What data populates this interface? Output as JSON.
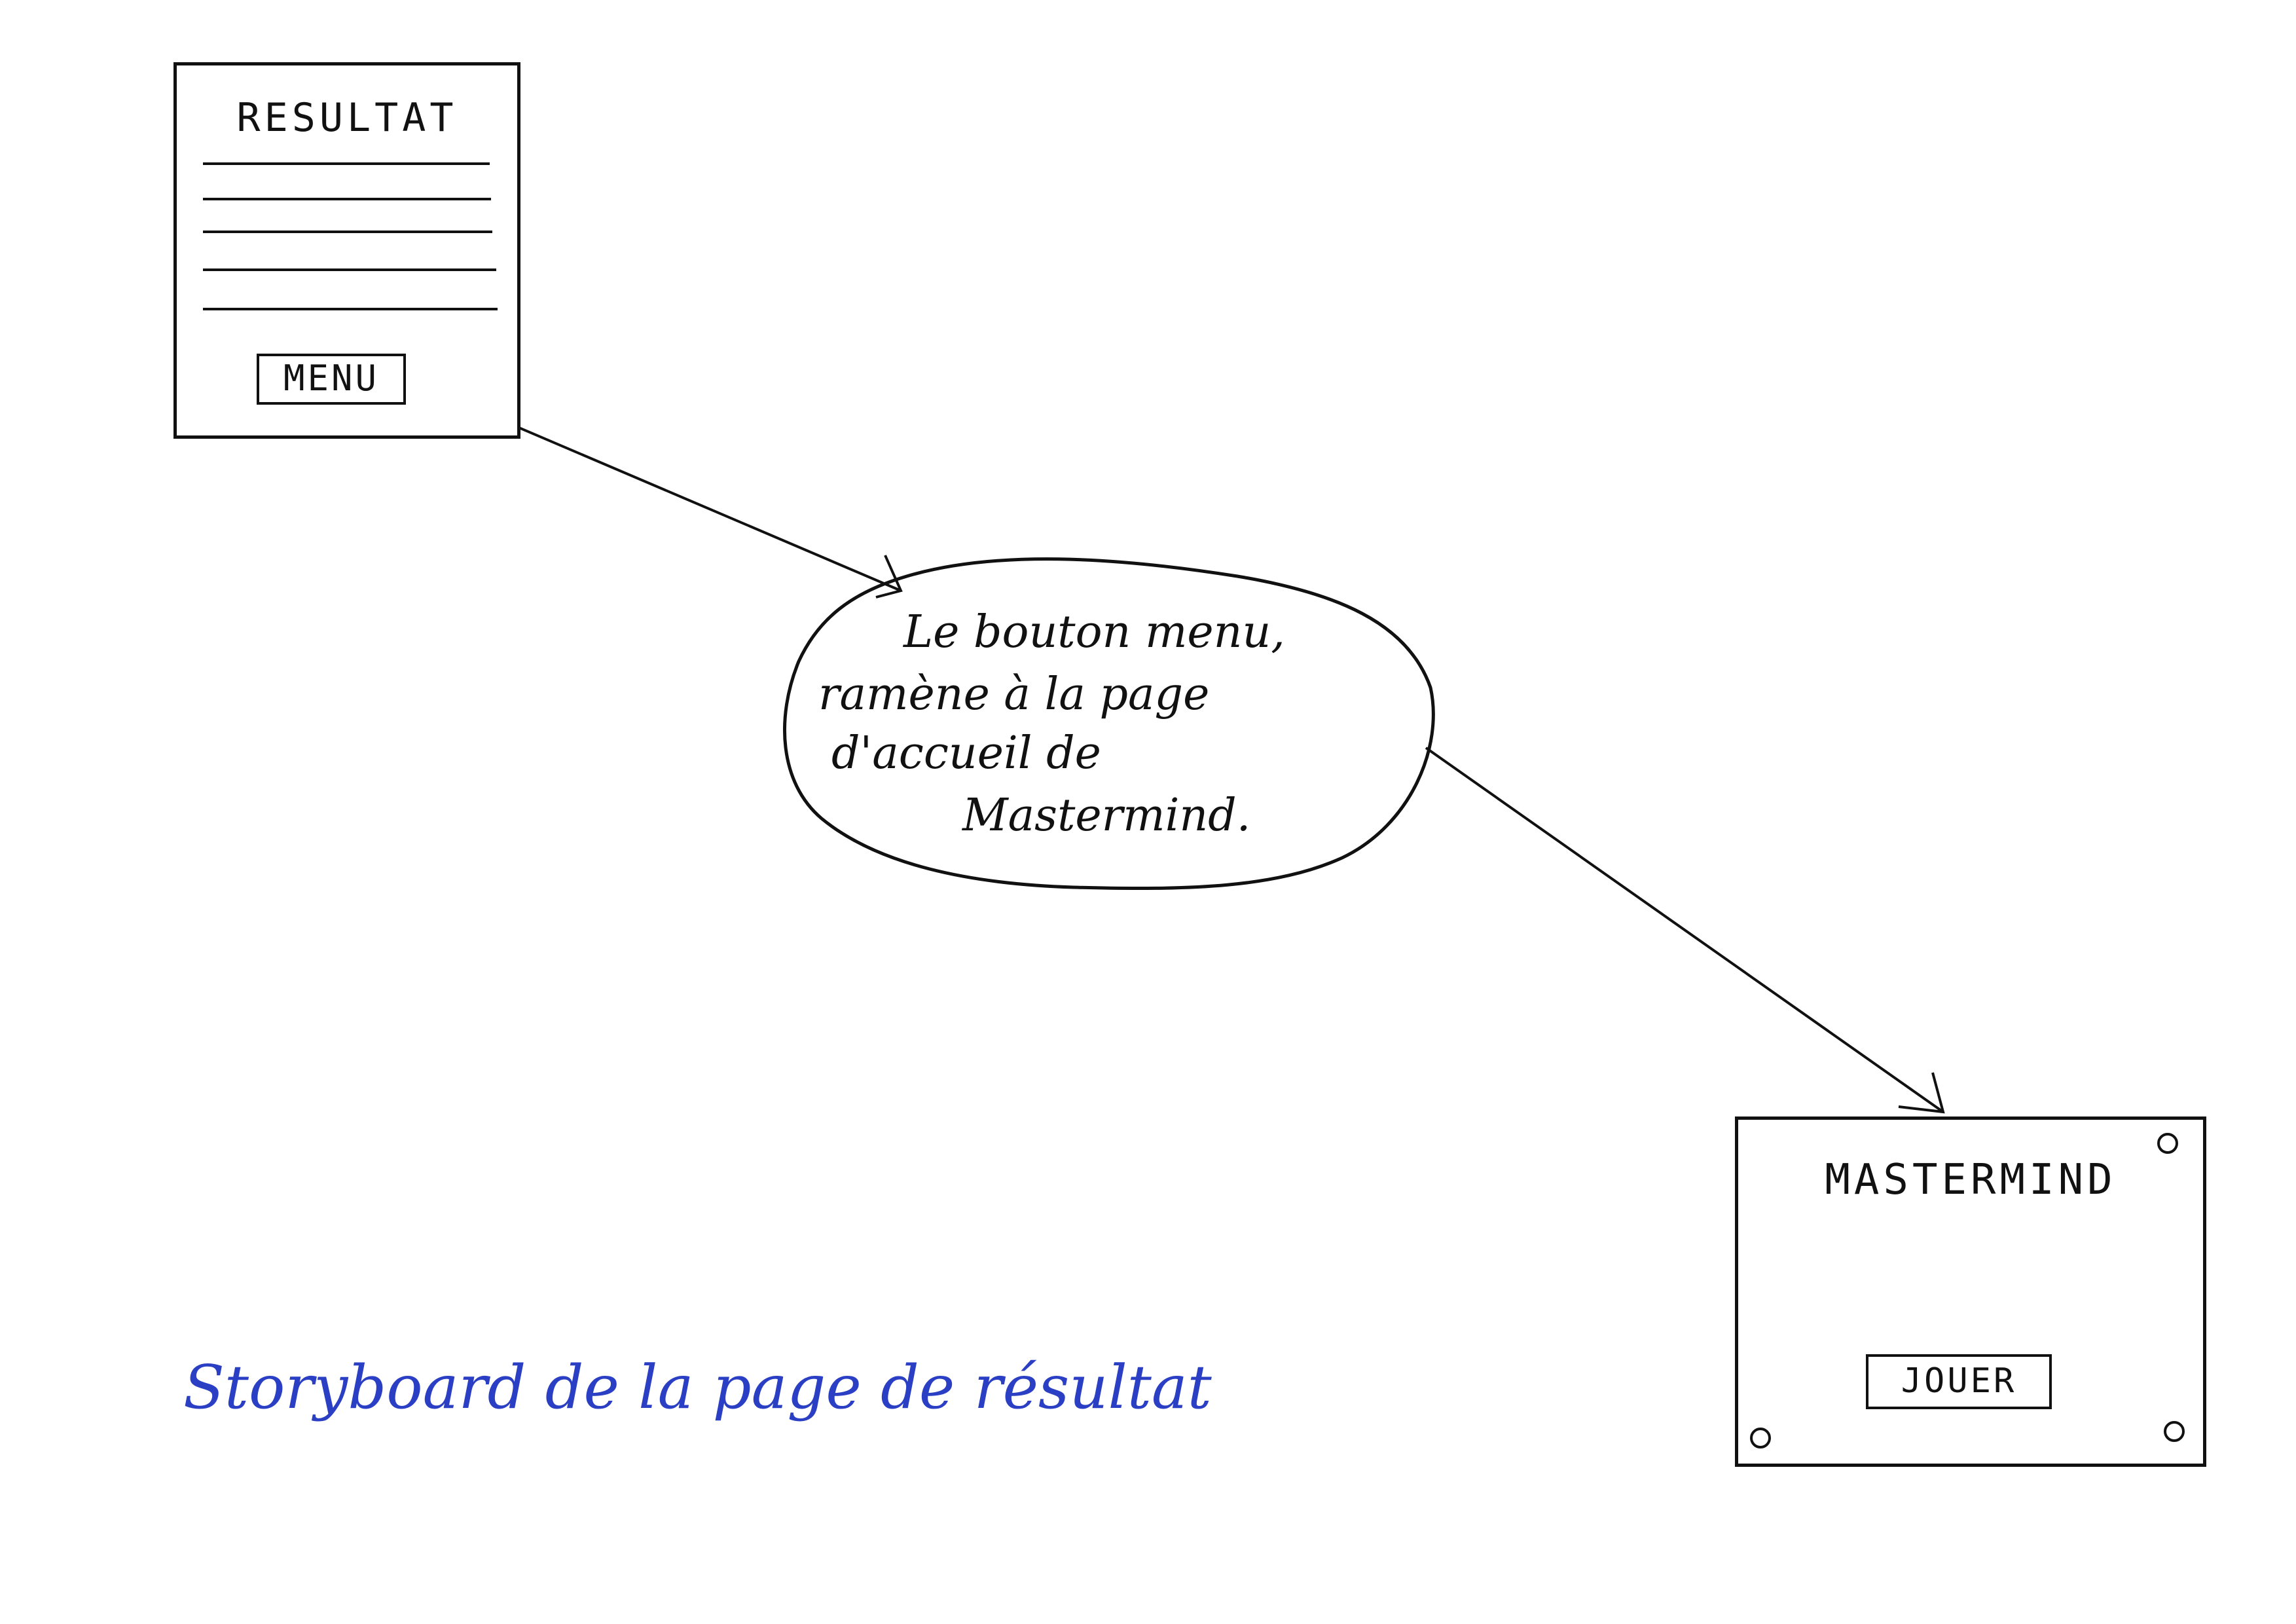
{
  "result_screen": {
    "title": "RESULTAT",
    "menu_button_label": "MENU"
  },
  "annotation": {
    "lines": [
      "Le bouton menu,",
      "ramène à la page",
      "d'accueil de",
      "Mastermind."
    ]
  },
  "mastermind_screen": {
    "title": "MASTERMIND",
    "play_button_label": "JOUER"
  },
  "caption": "Storyboard de la page de résultat",
  "colors": {
    "ink": "#111111",
    "caption_ink": "#2a3fc4",
    "paper": "#ffffff"
  }
}
